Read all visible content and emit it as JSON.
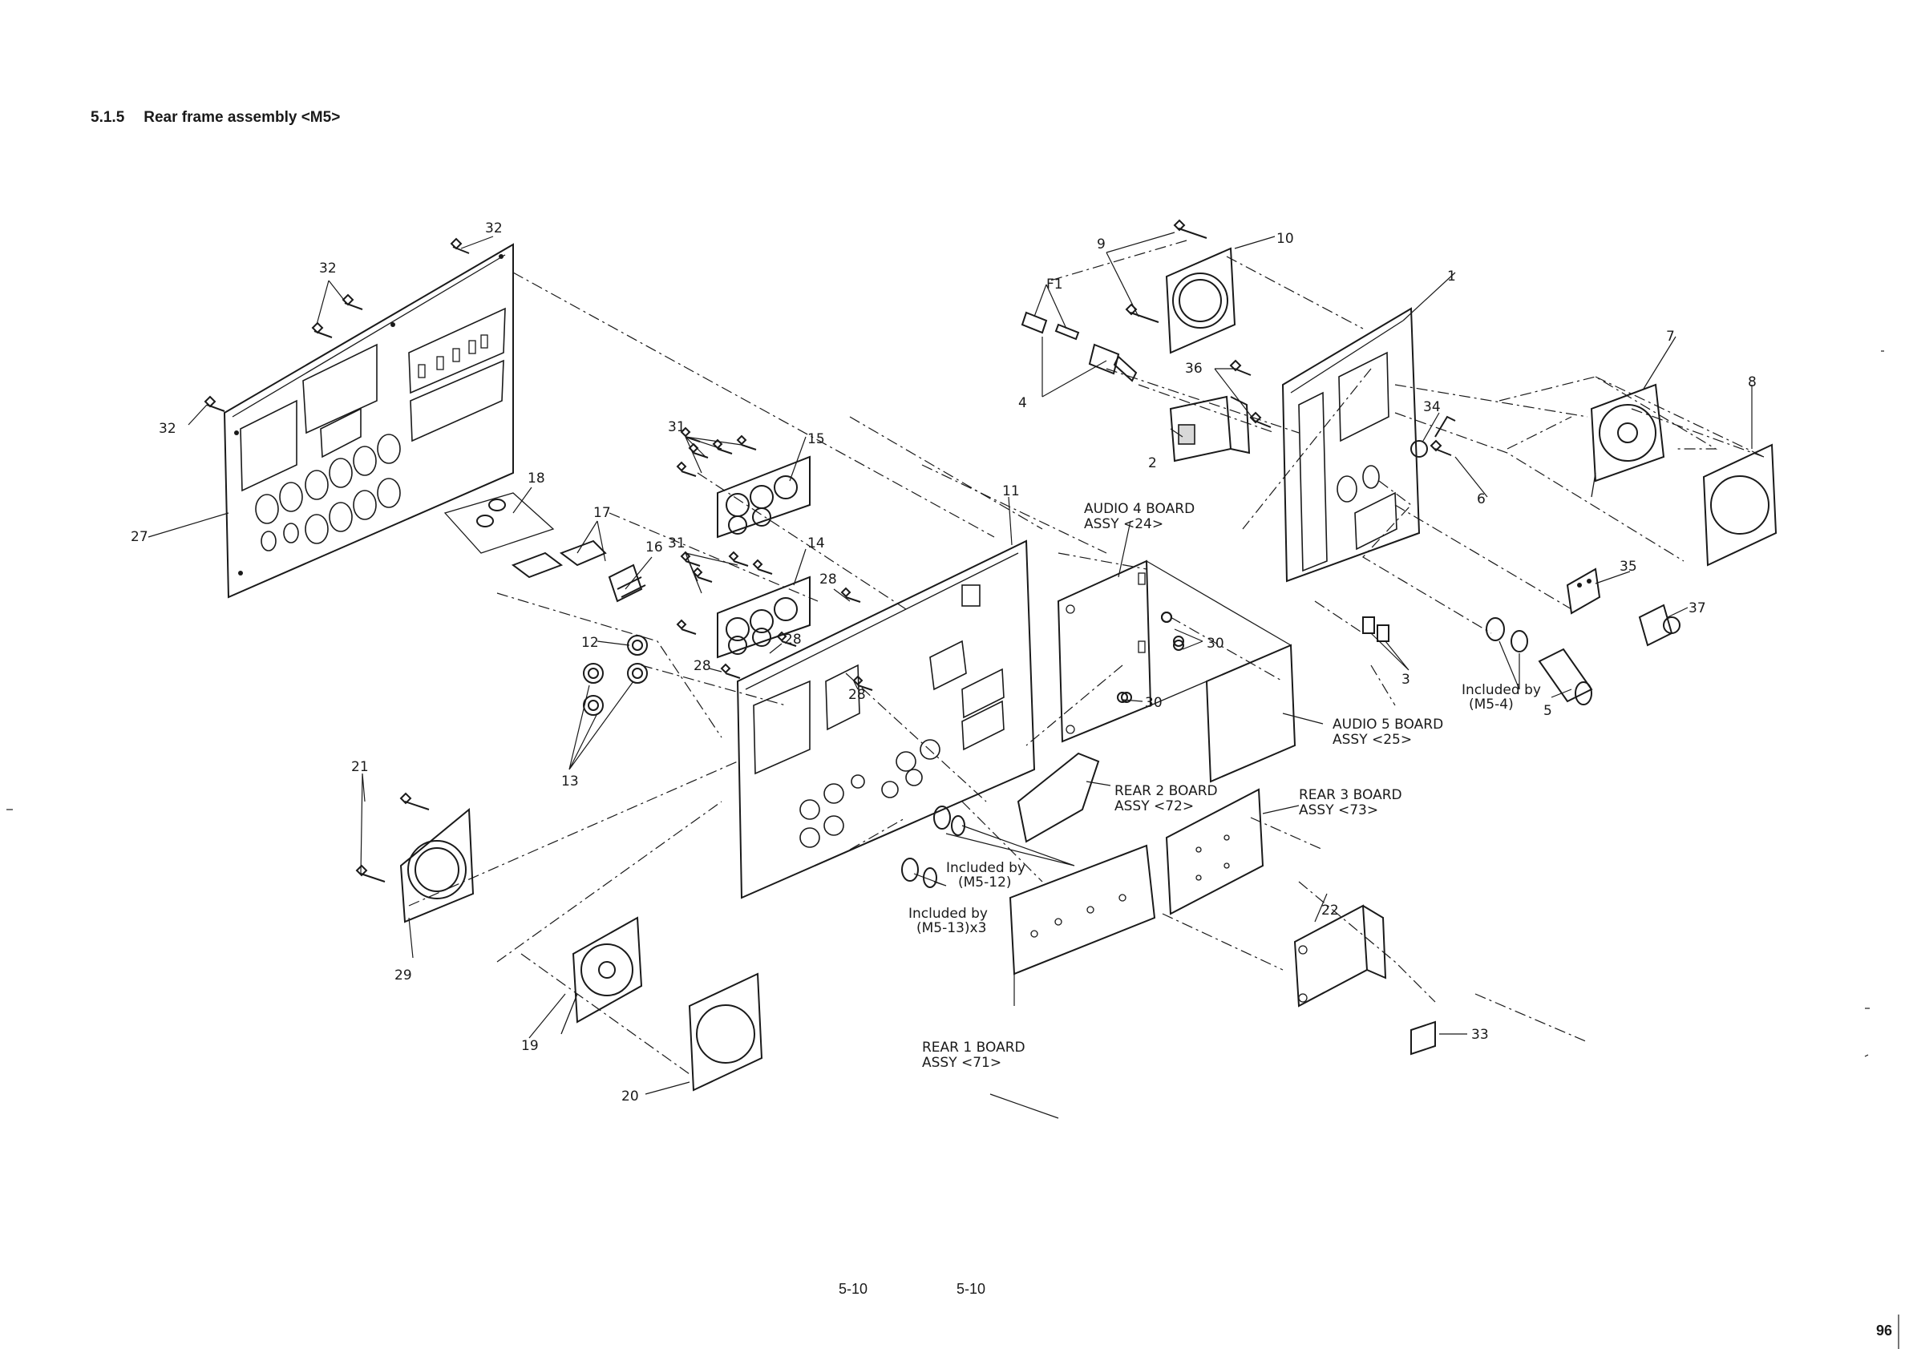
{
  "heading": {
    "number": "5.1.5",
    "title": "Rear frame assembly <M5>"
  },
  "footer": {
    "page_left": "5-10",
    "page_right": "5-10",
    "sheet_number": "96"
  },
  "callouts": {
    "p1": "1",
    "p2": "2",
    "p3": "3",
    "p4": "4",
    "p5": "5",
    "p6": "6",
    "p7": "7",
    "p8": "8",
    "p9": "9",
    "p10": "10",
    "f1": "F1",
    "p11": "11",
    "p12": "12",
    "p13": "13",
    "p14": "14",
    "p15": "15",
    "p16": "16",
    "p17": "17",
    "p18": "18",
    "p19": "19",
    "p20": "20",
    "p21": "21",
    "p22": "22",
    "p27": "27",
    "p28": "28",
    "p29": "29",
    "p30": "30",
    "p31": "31",
    "p32": "32",
    "p33": "33",
    "p34": "34",
    "p35": "35",
    "p36": "36",
    "p37": "37"
  },
  "boards": {
    "audio4_line1": "AUDIO 4 BOARD",
    "audio4_line2": "ASSY <24>",
    "audio5_line1": "AUDIO 5 BOARD",
    "audio5_line2": "ASSY <25>",
    "rear2_line1": "REAR 2 BOARD",
    "rear2_line2": "ASSY <72>",
    "rear3_line1": "REAR 3 BOARD",
    "rear3_line2": "ASSY <73>",
    "rear1_line1": "REAR 1 BOARD",
    "rear1_line2": "ASSY <71>"
  },
  "notes": {
    "m5_4_line1": "Included by",
    "m5_4_line2": "(M5-4)",
    "m5_12_line1": "Included by",
    "m5_12_line2": "(M5-12)",
    "m5_13_line1": "Included by",
    "m5_13_line2": "(M5-13)x3"
  }
}
